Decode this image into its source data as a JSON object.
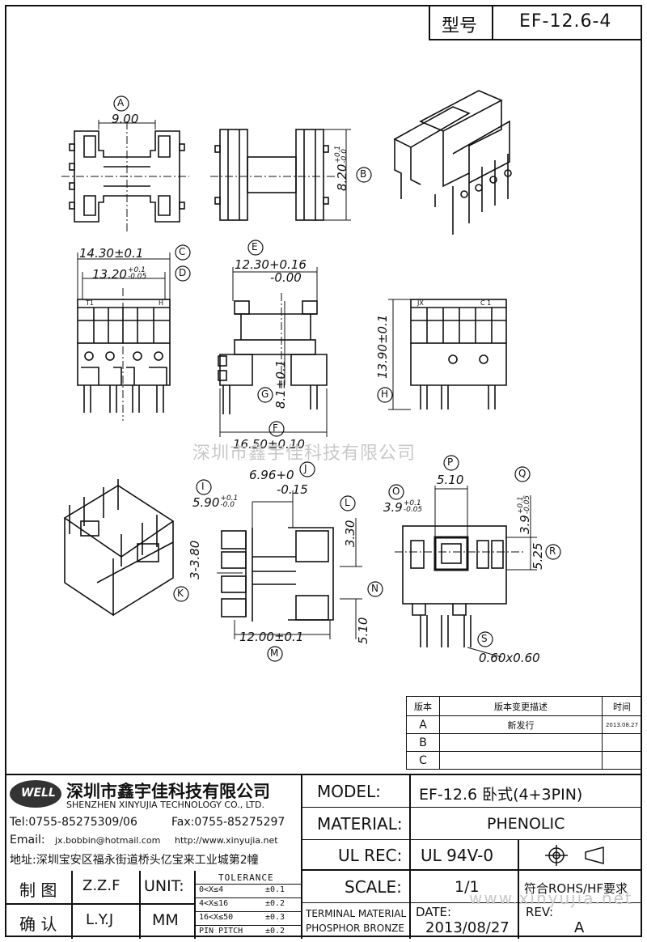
{
  "header": {
    "type_label": "型号",
    "type_value": "EF-12.6-4"
  },
  "watermark": "深圳市鑫宇佳科技有限公司",
  "watermark_url": "www.xinyujia.net",
  "dims": {
    "A": "A",
    "B": "B",
    "C": "C",
    "D": "D",
    "E": "E",
    "F": "F",
    "G": "G",
    "H": "H",
    "I": "I",
    "J": "J",
    "K": "K",
    "L": "L",
    "M": "M",
    "N": "N",
    "O": "O",
    "P": "P",
    "Q": "Q",
    "R": "R",
    "S": "S",
    "a_val": "9.00",
    "b_val": "8.20",
    "b_tol_up": "+0.1",
    "b_tol_dn": "-0.0",
    "c_val": "14.30±0.1",
    "d_val": "13.20",
    "d_tol_up": "+0.1",
    "d_tol_dn": "-0.05",
    "e_val1": "12.30+0.16",
    "e_val2": "-0.00",
    "g_val": "8.1±0.1",
    "f_val": "16.50±0.10",
    "h_val": "13.90±0.1",
    "j_val1": "6.96+0",
    "j_val2": "-0.15",
    "i_val": "5.90",
    "i_tol_up": "+0.1",
    "i_tol_dn": "-0.0",
    "k_val": "3-3.80",
    "l_val": "3.30",
    "n_val": "5.10",
    "m_val": "12.00±0.1",
    "p_val": "5.10",
    "o_val": "3.9",
    "o_tol_up": "+0.1",
    "o_tol_dn": "-0.05",
    "q_val": "3.9",
    "q_tol_up": "+0.1",
    "q_tol_dn": "-0.05",
    "r_val": "5.25",
    "s_val": "0.60x0.60",
    "pin_labels_1": "T1",
    "pin_labels_2": "H",
    "pin_labels_3": "JX",
    "pin_labels_4": "C 1"
  },
  "revision_table": {
    "headers": [
      "版本",
      "版本变更描述",
      "时间"
    ],
    "rows": [
      {
        "ver": "A",
        "desc": "新发行",
        "date": "2013.08.27"
      },
      {
        "ver": "B",
        "desc": "",
        "date": ""
      },
      {
        "ver": "C",
        "desc": "",
        "date": ""
      }
    ]
  },
  "company": {
    "logo_text": "WELL",
    "name_cn": "深圳市鑫宇佳科技有限公司",
    "name_en": "SHENZHEN XINYUJIA TECHNOLOGY CO., LTD.",
    "tel": "Tel:0755-85275309/06",
    "fax": "Fax:0755-85275297",
    "email_label": "Email:",
    "email": "jx.bobbin@hotmail.com",
    "web": "http://www.xinyujia.net",
    "address": "地址:深圳宝安区福永街道桥头亿宝来工业城第2幢"
  },
  "title_block": {
    "model_label": "MODEL:",
    "model_value": "EF-12.6 卧式(4+3PIN)",
    "material_label": "MATERIAL:",
    "material_value": "PHENOLIC",
    "ulrec_label": "UL REC:",
    "ulrec_value": "UL 94V-0",
    "scale_label": "SCALE:",
    "scale_value": "1/1",
    "rohs": "符合ROHS/HF要求",
    "terminal_material": "TERMINAL MATERIAL",
    "phosphor": "PHOSPHOR BRONZE",
    "date_label": "DATE:",
    "date_value": "2013/08/27",
    "rev_label": "REV:",
    "rev_value": "A",
    "drawn_label": "制 图",
    "drawn_value": "Z.Z.F",
    "check_label": "确 认",
    "check_value": "L.Y.J",
    "unit_label": "UNIT:",
    "unit_value": "MM",
    "tolerance_title": "TOLERANCE",
    "tolerances": [
      {
        "range": "0<X≤4",
        "tol": "±0.1"
      },
      {
        "range": "4<X≤16",
        "tol": "±0.2"
      },
      {
        "range": "16<X≤50",
        "tol": "±0.3"
      },
      {
        "range": "PIN PITCH",
        "tol": "±0.2"
      }
    ]
  }
}
